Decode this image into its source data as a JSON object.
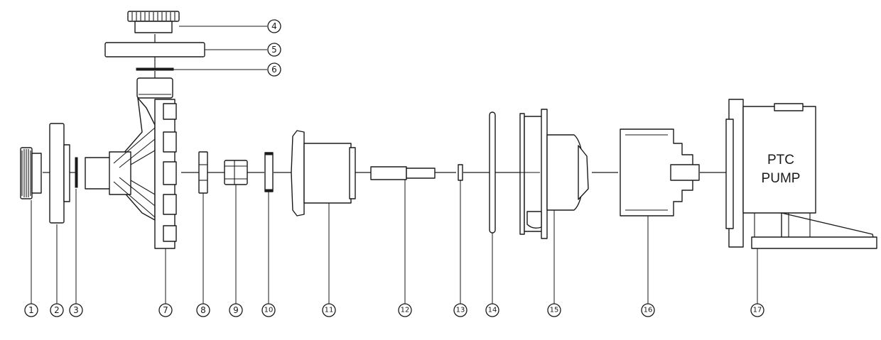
{
  "diagram": {
    "parts": [
      {
        "number": "1"
      },
      {
        "number": "2"
      },
      {
        "number": "3"
      },
      {
        "number": "4"
      },
      {
        "number": "5"
      },
      {
        "number": "6"
      },
      {
        "number": "7"
      },
      {
        "number": "8"
      },
      {
        "number": "9"
      },
      {
        "number": "10"
      },
      {
        "number": "11"
      },
      {
        "number": "12"
      },
      {
        "number": "13"
      },
      {
        "number": "14"
      },
      {
        "number": "15"
      },
      {
        "number": "16"
      },
      {
        "number": "17"
      }
    ],
    "pump_label": {
      "line1": "PTC",
      "line2": "PUMP"
    }
  }
}
